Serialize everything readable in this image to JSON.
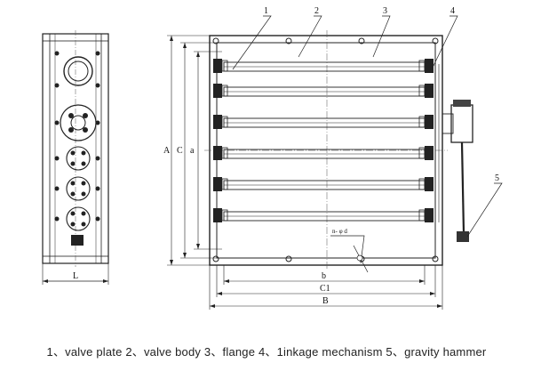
{
  "callouts": [
    "1",
    "2",
    "3",
    "4",
    "5"
  ],
  "dimensions": {
    "A": "A",
    "C": "C",
    "a": "a",
    "b": "b",
    "C1": "C1",
    "B": "B",
    "L": "L",
    "hole_note": "n- φ d"
  },
  "caption": "1、valve plate 2、valve body 3、flange 4、1inkage mechanism 5、gravity hammer"
}
